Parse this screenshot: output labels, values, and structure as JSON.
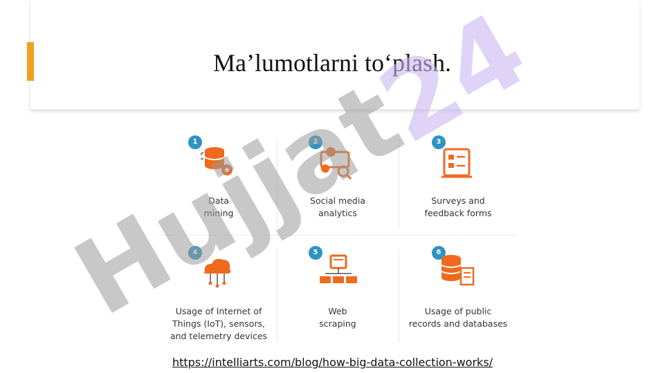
{
  "slide": {
    "title": "Ma’lumotlarni to‘plash.",
    "source_link": "https://intelliarts.com/blog/how-big-data-collection-works/"
  },
  "watermark": {
    "text": "Hujjat 24"
  },
  "items": [
    {
      "num": "1",
      "label": "Data\nmining",
      "icon": "database-gear-icon"
    },
    {
      "num": "2",
      "label": "Social media\nanalytics",
      "icon": "social-analytics-icon"
    },
    {
      "num": "3",
      "label": "Surveys and\nfeedback forms",
      "icon": "survey-form-icon"
    },
    {
      "num": "4",
      "label": "Usage of Internet of\nThings (IoT), sensors,\nand telemetry devices",
      "icon": "iot-cloud-icon"
    },
    {
      "num": "5",
      "label": "Web\nscraping",
      "icon": "web-scraping-icon"
    },
    {
      "num": "6",
      "label": "Usage of public\nrecords and databases",
      "icon": "database-records-icon"
    }
  ],
  "colors": {
    "accent": "#f0a020",
    "icon_orange": "#f06a1e",
    "badge_blue": "#2f93c4"
  }
}
